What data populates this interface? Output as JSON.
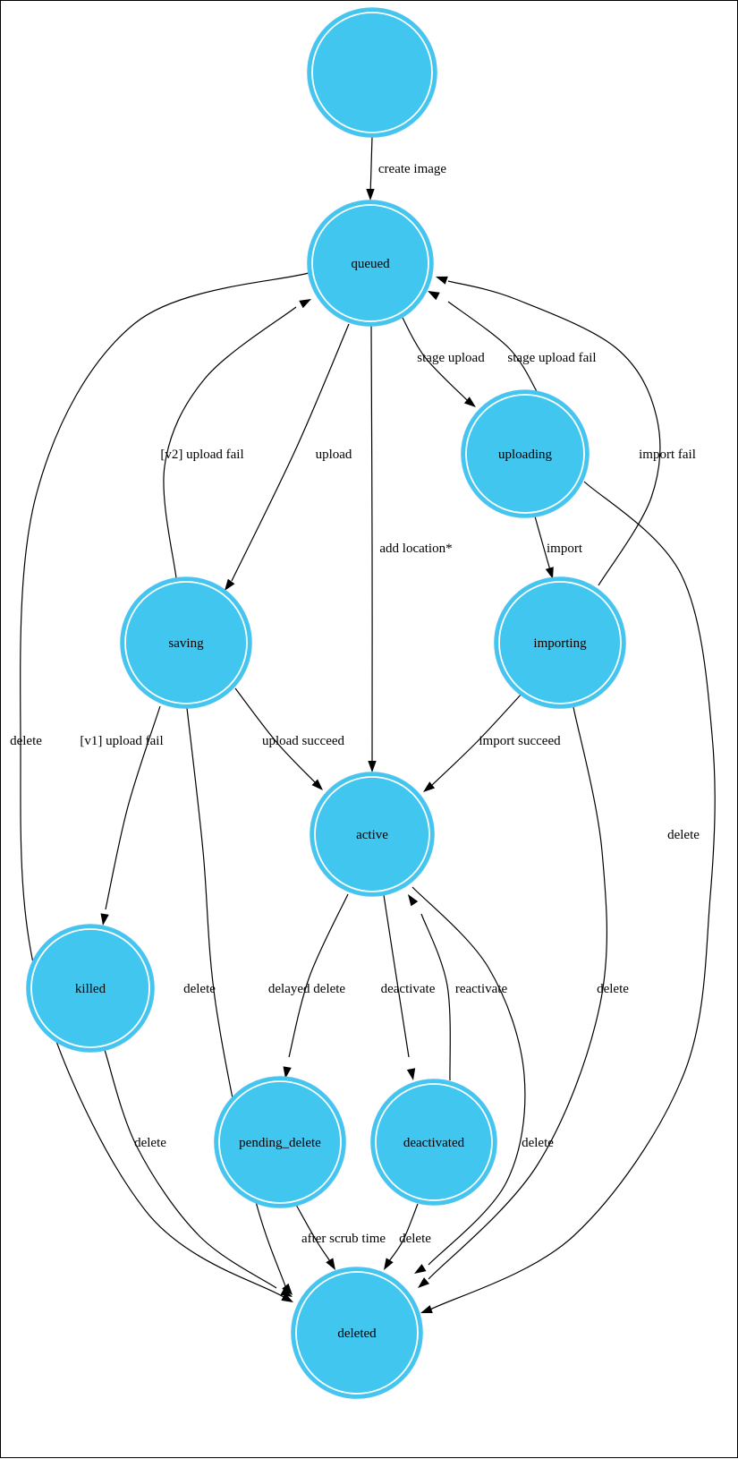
{
  "diagram": {
    "type": "state-machine",
    "background": "#ffffff",
    "node_fill": "#41c6f0",
    "node_stroke": "#4fc3ef",
    "inner_ring_color": "#ffffff",
    "edge_color": "#000000",
    "label_color": "#000000",
    "nodes": [
      {
        "id": "start",
        "label": ""
      },
      {
        "id": "queued",
        "label": "queued"
      },
      {
        "id": "uploading",
        "label": "uploading"
      },
      {
        "id": "saving",
        "label": "saving"
      },
      {
        "id": "importing",
        "label": "importing"
      },
      {
        "id": "active",
        "label": "active"
      },
      {
        "id": "killed",
        "label": "killed"
      },
      {
        "id": "pending_delete",
        "label": "pending_delete"
      },
      {
        "id": "deactivated",
        "label": "deactivated"
      },
      {
        "id": "deleted",
        "label": "deleted"
      }
    ],
    "edges": [
      {
        "from": "start",
        "to": "queued",
        "label": "create image"
      },
      {
        "from": "queued",
        "to": "uploading",
        "label": "stage upload"
      },
      {
        "from": "uploading",
        "to": "queued",
        "label": "stage upload fail"
      },
      {
        "from": "queued",
        "to": "saving",
        "label": "upload"
      },
      {
        "from": "saving",
        "to": "queued",
        "label": "[v2] upload fail"
      },
      {
        "from": "queued",
        "to": "active",
        "label": "add location*"
      },
      {
        "from": "uploading",
        "to": "importing",
        "label": "import"
      },
      {
        "from": "importing",
        "to": "queued",
        "label": "import fail"
      },
      {
        "from": "saving",
        "to": "active",
        "label": "upload succeed"
      },
      {
        "from": "importing",
        "to": "active",
        "label": "import succeed"
      },
      {
        "from": "saving",
        "to": "killed",
        "label": "[v1] upload fail"
      },
      {
        "from": "queued",
        "to": "deleted",
        "label": "delete"
      },
      {
        "from": "saving",
        "to": "deleted",
        "label": "delete"
      },
      {
        "from": "uploading",
        "to": "deleted",
        "label": "delete"
      },
      {
        "from": "importing",
        "to": "deleted",
        "label": "delete"
      },
      {
        "from": "active",
        "to": "pending_delete",
        "label": "delayed delete"
      },
      {
        "from": "active",
        "to": "deactivated",
        "label": "deactivate"
      },
      {
        "from": "deactivated",
        "to": "active",
        "label": "reactivate"
      },
      {
        "from": "active",
        "to": "deleted",
        "label": "delete"
      },
      {
        "from": "killed",
        "to": "deleted",
        "label": "delete"
      },
      {
        "from": "pending_delete",
        "to": "deleted",
        "label": "after scrub time"
      },
      {
        "from": "deactivated",
        "to": "deleted",
        "label": "delete"
      }
    ]
  }
}
